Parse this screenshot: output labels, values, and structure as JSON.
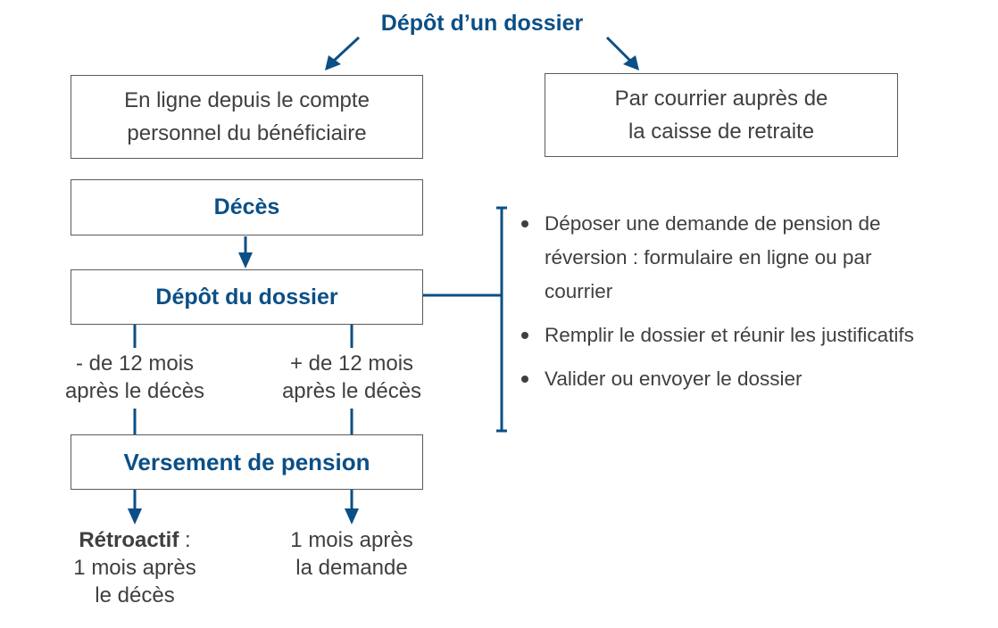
{
  "header": {
    "title": "Dépôt d’un dossier"
  },
  "top_boxes": {
    "online": [
      "En ligne depuis le compte",
      "personnel du bénéficiaire"
    ],
    "mail": [
      "Par courrier auprès de",
      "la caisse de retraite"
    ]
  },
  "flow": {
    "deces": "Décès",
    "depot": "Dépôt du dossier",
    "versement": "Versement de pension"
  },
  "branches": {
    "left": [
      "- de 12 mois",
      "après le décès"
    ],
    "right": [
      "+ de 12 mois",
      "après le décès"
    ]
  },
  "outcomes": {
    "left_bold": "Rétroactif",
    "left_colon": " :",
    "left_rest": [
      "1 mois après",
      "le décès"
    ],
    "right": [
      "1 mois après",
      "la demande"
    ]
  },
  "steps": [
    "Déposer une demande de pension de réversion : formulaire en ligne ou par courrier",
    "Remplir le dossier et réunir les justificatifs",
    "Valider ou envoyer le dossier"
  ],
  "colors": {
    "accent": "#0b4f86",
    "text": "#3f3f3f",
    "border": "#5a5a5a"
  }
}
